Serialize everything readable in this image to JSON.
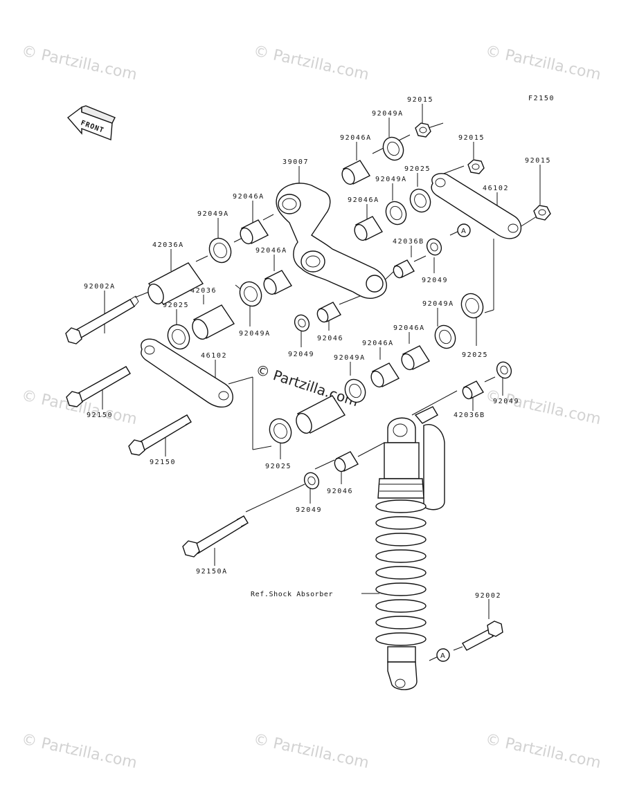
{
  "figure_code": "F2150",
  "front_label": "FRONT",
  "watermark": "© Partzilla.com",
  "callout_letter": "A",
  "ref_label": "Ref.Shock Absorber",
  "parts": {
    "p92015_a": "92015",
    "p92049A_a": "92049A",
    "p92046A_a": "92046A",
    "p39007": "39007",
    "p92015_b": "92015",
    "p92025_a": "92025",
    "p92049A_b": "92049A",
    "p92015_c": "92015",
    "p46102_a": "46102",
    "p92046A_b": "92046A",
    "p92049A_c": "92049A",
    "p92046A_c": "92046A",
    "p42036B_a": "42036B",
    "p42036A": "42036A",
    "p92049_a": "92049",
    "p92046A_d": "92046A",
    "p92002A": "92002A",
    "p42036": "42036",
    "p92025_b": "92025",
    "p92049A_d": "92049A",
    "p92049A_e": "92049A",
    "p92046A_e": "92046A",
    "p92046_a": "92046",
    "p92049_b": "92049",
    "p92046A_f": "92046A",
    "p92025_c": "92025",
    "p46102_b": "46102",
    "p92049A_f": "92049A",
    "p92049_c": "92049",
    "p42036B_b": "42036B",
    "p92150_a": "92150",
    "p92150_b": "92150",
    "p92025_d": "92025",
    "p92046_b": "92046",
    "p92049_d": "92049",
    "p92150A": "92150A",
    "p92002": "92002"
  }
}
